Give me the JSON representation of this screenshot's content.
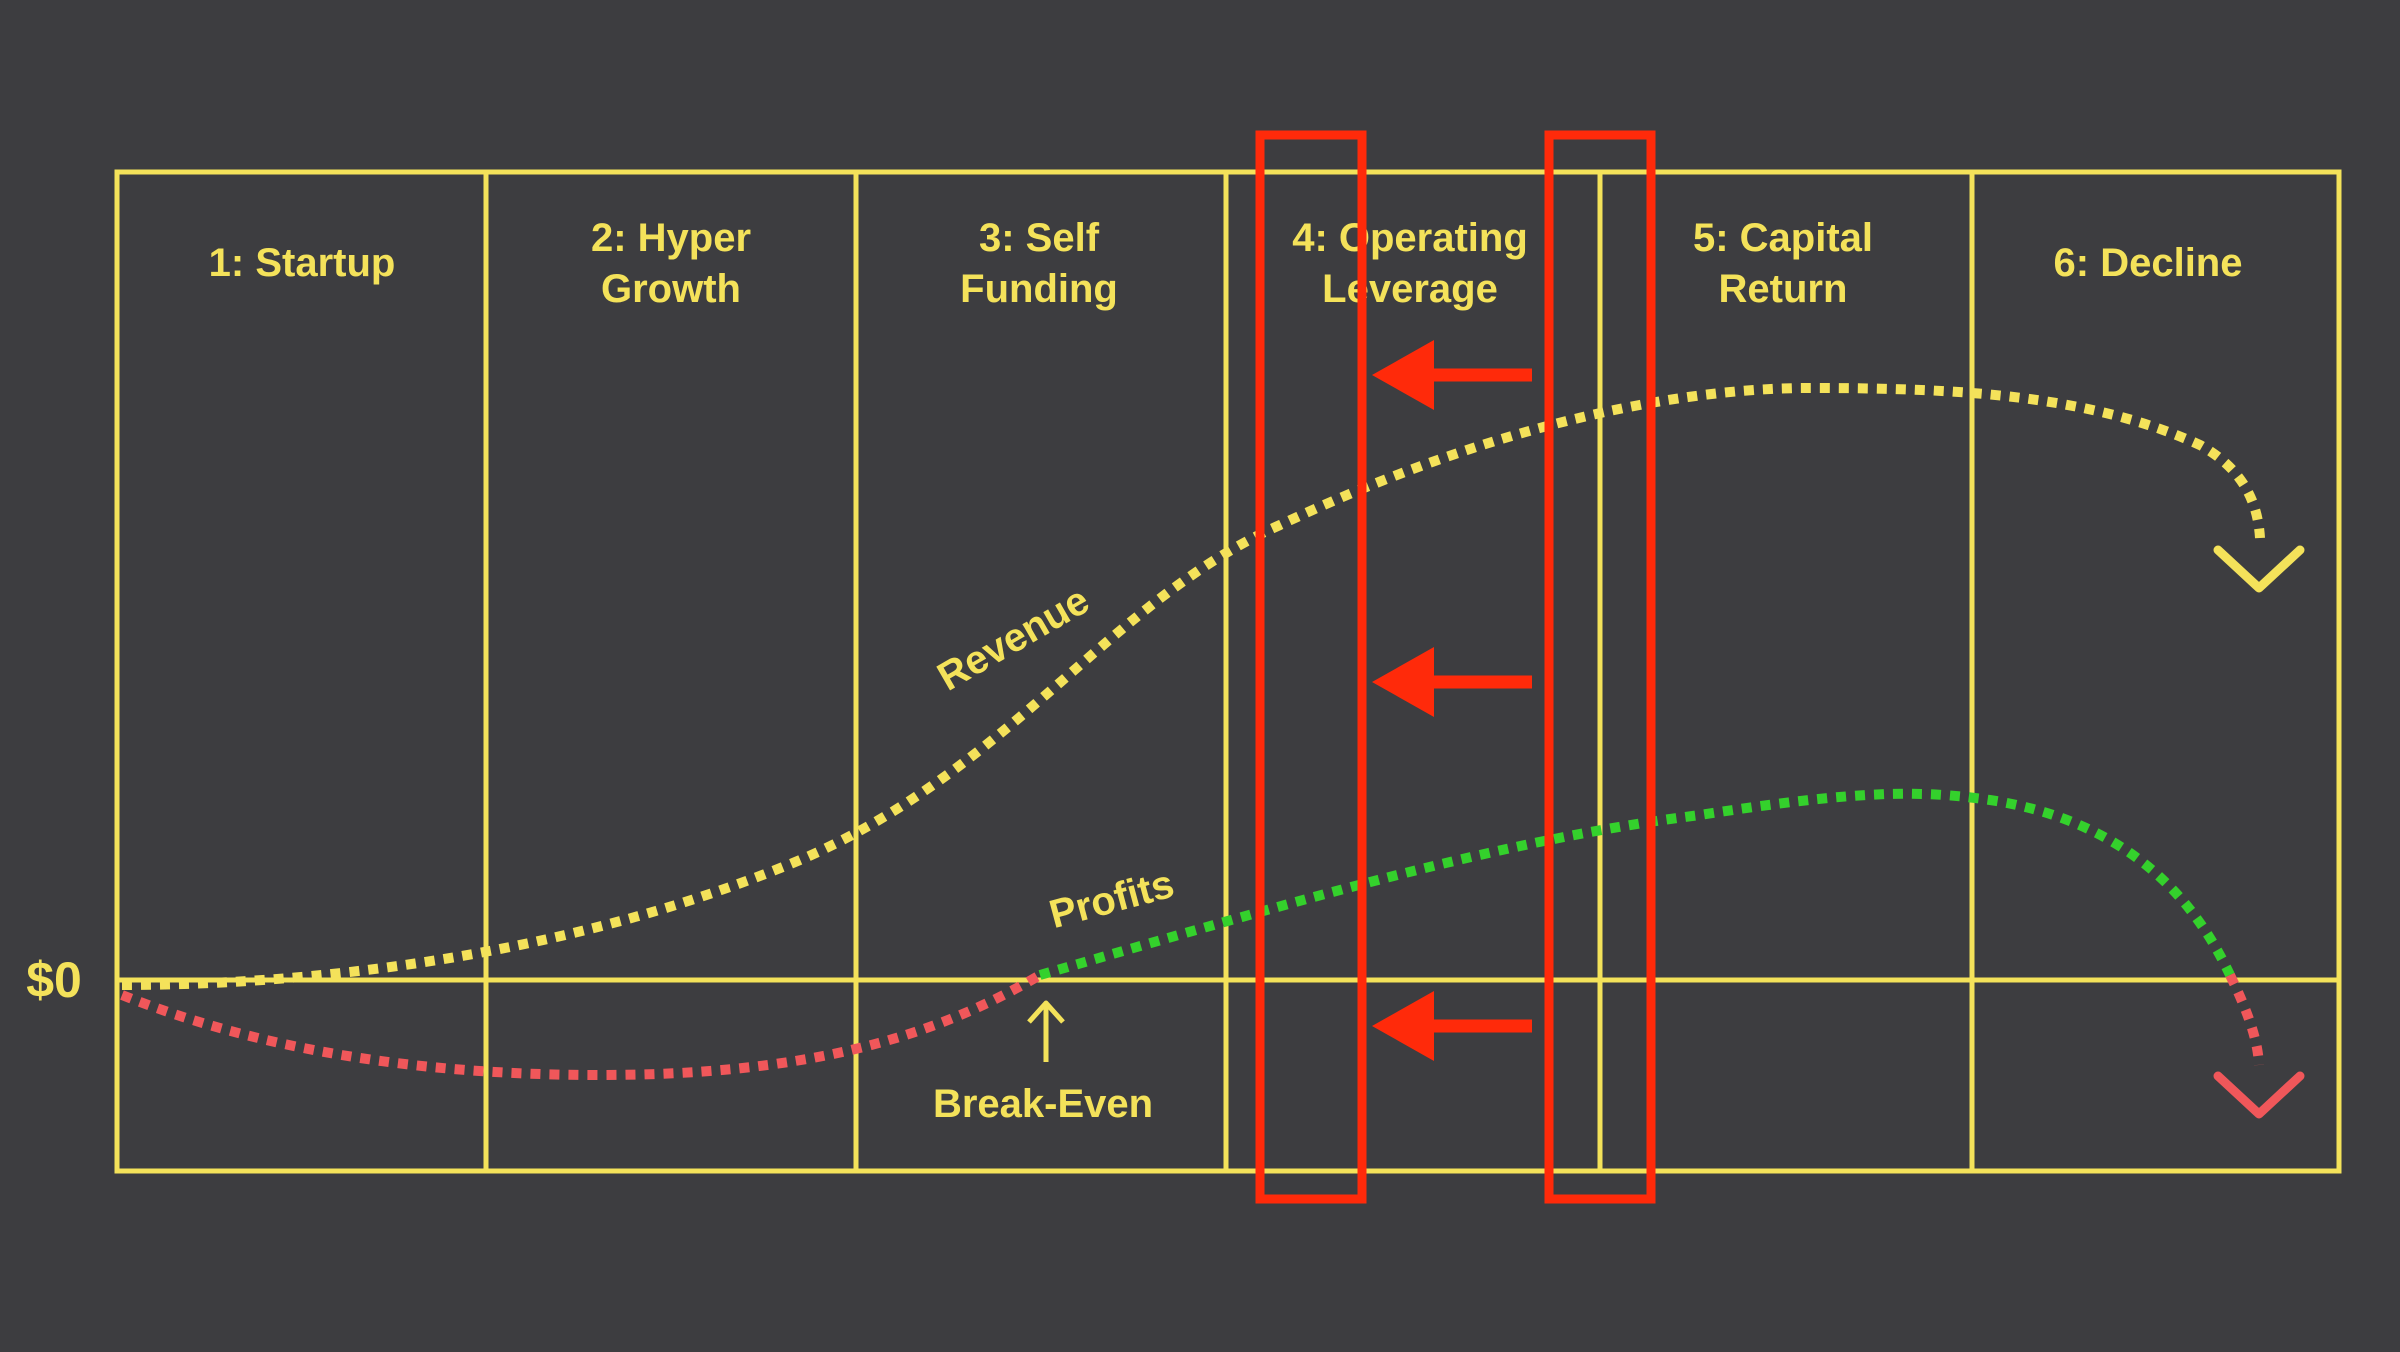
{
  "zero_label": "$0",
  "stages": [
    {
      "line1": "1: Startup",
      "line2": ""
    },
    {
      "line1": "2: Hyper",
      "line2": "Growth"
    },
    {
      "line1": "3: Self",
      "line2": "Funding"
    },
    {
      "line1": "4: Operating",
      "line2": "Leverage"
    },
    {
      "line1": "5: Capital",
      "line2": "Return"
    },
    {
      "line1": "6: Decline",
      "line2": ""
    }
  ],
  "curves": {
    "revenue_label": "Revenue",
    "profits_label": "Profits"
  },
  "break_even_label": "Break-Even",
  "colors": {
    "background": "#3d3d40",
    "grid": "#f4e25a",
    "revenue": "#f4e25a",
    "profit_positive": "#34d12c",
    "profit_negative": "#f0575a",
    "highlight": "#ff2a0a"
  }
}
